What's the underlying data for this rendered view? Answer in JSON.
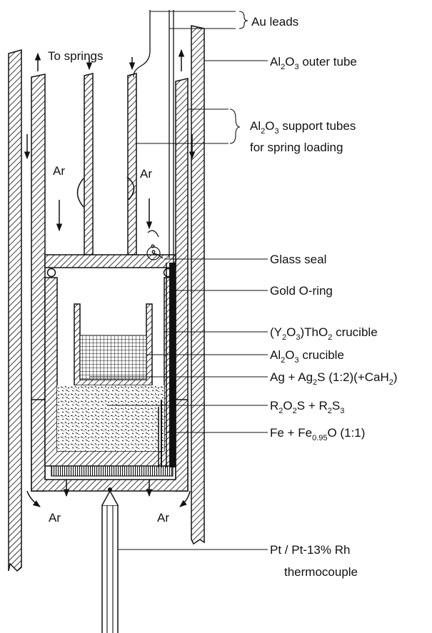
{
  "labels": {
    "au_leads": "Au leads",
    "to_springs": "To springs",
    "ar": "Ar",
    "outer_tube": {
      "pre": "Al",
      "s1": "2",
      "mid": "O",
      "s2": "3",
      "post": " outer tube"
    },
    "support_tubes": {
      "line1": {
        "pre": "Al",
        "s1": "2",
        "mid": "O",
        "s2": "3",
        "post": " support tubes"
      },
      "line2": "for spring loading"
    },
    "glass_seal": "Glass seal",
    "gold_oring": "Gold O-ring",
    "thoria_crucible": {
      "pre": "(Y",
      "s1": "2",
      "mid": "O",
      "s2": "3",
      "mid2": ")ThO",
      "s3": "2",
      "post": " crucible"
    },
    "alumina_crucible": {
      "pre": "Al",
      "s1": "2",
      "mid": "O",
      "s2": "3",
      "post": " crucible"
    },
    "silver_mix": {
      "pre": "Ag + Ag",
      "s1": "2",
      "mid": "S (1:2)(+CaH",
      "s2": "2",
      "post": ")"
    },
    "oxysulfide": {
      "pre": "R",
      "s1": "2",
      "mid": "O",
      "s2": "2",
      "mid2": "S + R",
      "s3": "2",
      "mid3": "S",
      "s4": "3"
    },
    "iron_buffer": {
      "pre": "Fe + Fe",
      "s1": "0.95",
      "post": "O (1:1)"
    },
    "thermocouple": {
      "line1": "Pt / Pt-13% Rh",
      "line2": "thermocouple"
    }
  }
}
